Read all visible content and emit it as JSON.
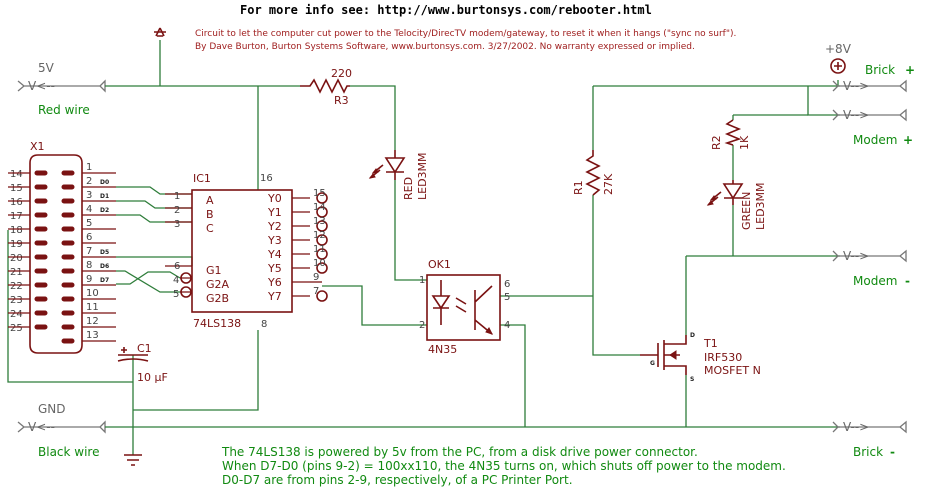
{
  "header": {
    "url_line": "For more info see: http://www.burtonsys.com/rebooter.html",
    "desc_line1": "Circuit to let the computer cut power to the Telocity/DirecTV modem/gateway, to reset it when it hangs (\"sync no surf\").",
    "desc_line2": "By Dave Burton, Burton Systems Software, www.burtonsys.com.  3/27/2002.  No warranty expressed or implied."
  },
  "left_terminals": {
    "v5_label": "5V",
    "v5_conn": "V<--",
    "red_wire": "Red wire",
    "gnd_label": "GND",
    "gnd_conn": "V<--",
    "black_wire": "Black wire"
  },
  "right_terminals": {
    "plus8v": "+8V",
    "brick_plus": "Brick",
    "brick_plus_sign": "+",
    "modem_plus": "Modem",
    "modem_plus_sign": "+",
    "modem_minus": "Modem",
    "modem_minus_sign": "-",
    "brick_minus": "Brick",
    "brick_minus_sign": "-",
    "conn_out": "V-->"
  },
  "connector": {
    "name": "X1",
    "left_pins": [
      "14",
      "15",
      "16",
      "17",
      "18",
      "19",
      "20",
      "21",
      "22",
      "23",
      "24",
      "25"
    ],
    "right_pins": [
      "1",
      "2",
      "3",
      "4",
      "5",
      "6",
      "7",
      "8",
      "9",
      "10",
      "11",
      "12",
      "13"
    ],
    "data_labels": {
      "p2": "D0",
      "p3": "D1",
      "p4": "D2",
      "p7": "D5",
      "p8": "D6",
      "p9": "D7"
    }
  },
  "ic1": {
    "name": "IC1",
    "part": "74LS138",
    "inputs": [
      "A",
      "B",
      "C",
      "G1",
      "G2A",
      "G2B"
    ],
    "input_pins": [
      "1",
      "2",
      "3",
      "6",
      "4",
      "5"
    ],
    "outputs": [
      "Y0",
      "Y1",
      "Y2",
      "Y3",
      "Y4",
      "Y5",
      "Y6",
      "Y7"
    ],
    "output_pins": [
      "15",
      "14",
      "13",
      "12",
      "11",
      "10",
      "9",
      "7"
    ],
    "vcc_pin": "16",
    "gnd_pin": "8"
  },
  "r3": {
    "name": "R3",
    "value": "220"
  },
  "led_red": {
    "name": "RED",
    "part": "LED3MM"
  },
  "ok1": {
    "name": "OK1",
    "part": "4N35",
    "pins": [
      "1",
      "2",
      "6",
      "5",
      "4"
    ]
  },
  "r1": {
    "name": "R1",
    "value": "27K"
  },
  "r2": {
    "name": "R2",
    "value": "1K"
  },
  "led_green": {
    "name": "GREEN",
    "part": "LED3MM"
  },
  "t1": {
    "name": "T1",
    "part": "IRF530",
    "type": "MOSFET N",
    "pins": [
      "D",
      "G",
      "S"
    ]
  },
  "c1": {
    "name": "C1",
    "value": "10 µF"
  },
  "footer": {
    "line1": "The 74LS138 is powered by 5v from the PC, from a disk drive power connector.",
    "line2": "When D7-D0 (pins 9-2) = 100xx110, the 4N35 turns on, which shuts off power to the modem.",
    "line3": "D0-D7 are from pins 2-9, respectively, of a PC Printer Port."
  }
}
